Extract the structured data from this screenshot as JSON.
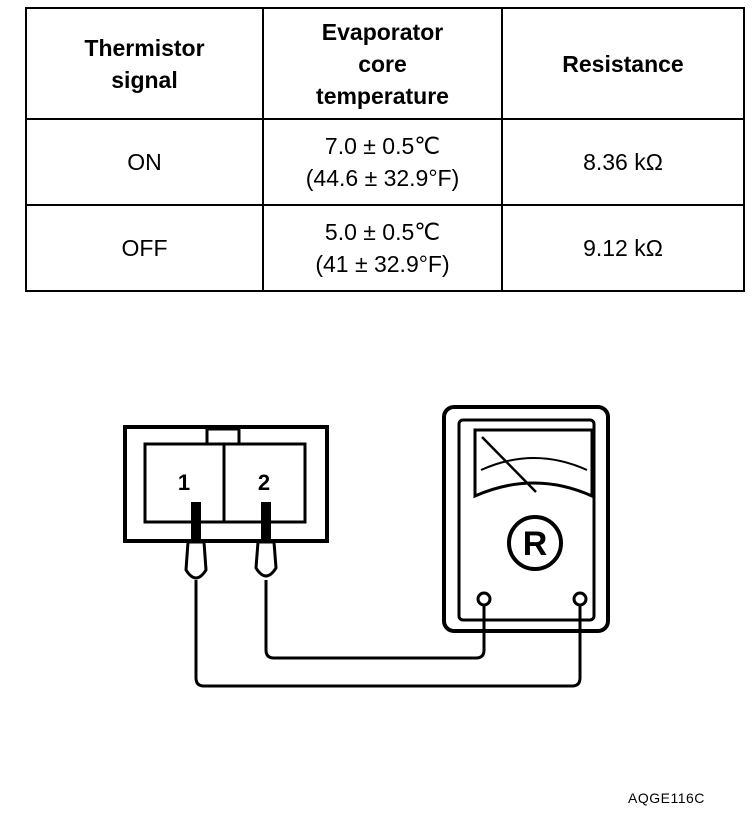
{
  "table": {
    "headers": [
      [
        "Thermistor",
        "signal"
      ],
      [
        "Evaporator",
        "core",
        "temperature"
      ],
      [
        "Resistance"
      ]
    ],
    "rows": [
      {
        "signal": "ON",
        "temp_c": "7.0 ± 0.5℃",
        "temp_f": "(44.6 ± 32.9°F)",
        "resistance": "8.36 kΩ"
      },
      {
        "signal": "OFF",
        "temp_c": "5.0 ± 0.5℃",
        "temp_f": "(41 ± 32.9°F)",
        "resistance": "9.12 kΩ"
      }
    ]
  },
  "diagram": {
    "connector_terminal_1": "1",
    "connector_terminal_2": "2",
    "meter_symbol": "R",
    "colors": {
      "line": "#000000",
      "background": "#ffffff"
    },
    "icons": [
      "connector",
      "probe",
      "ohmmeter"
    ]
  },
  "figure_code": "AQGE116C"
}
